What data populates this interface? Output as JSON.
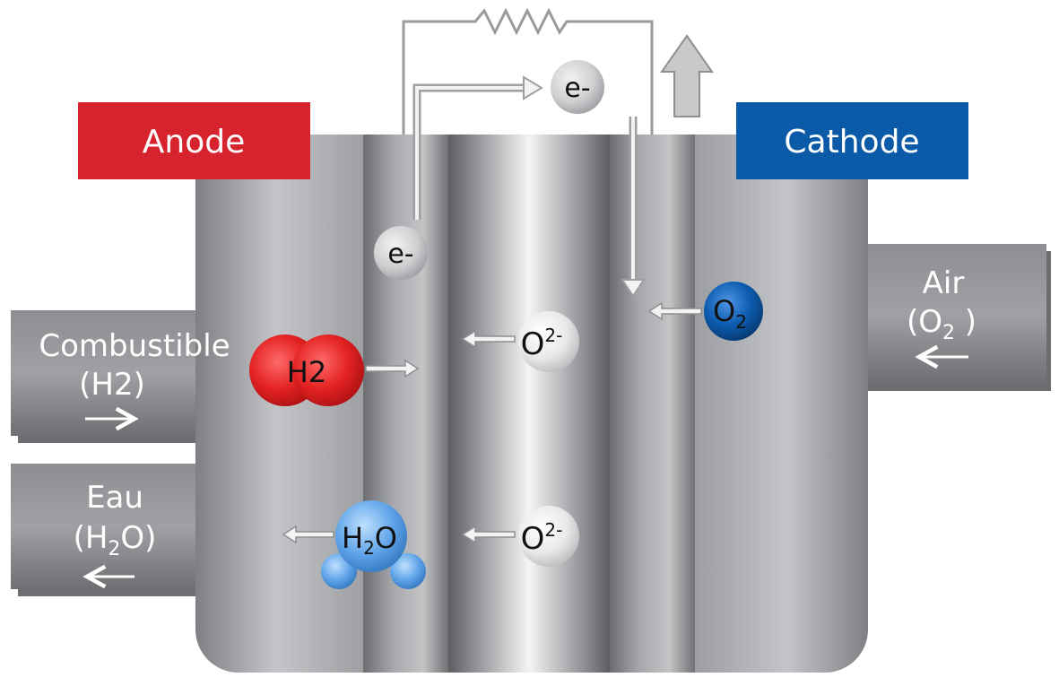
{
  "labels": {
    "anode": "Anode",
    "cathode": "Cathode",
    "fuel_line1": "Combustible",
    "fuel_line2": "(H2)",
    "water_line1": "Eau",
    "water_line2_open": "(H",
    "water_line2_sub": "2",
    "water_line2_close": "O)",
    "air_line1": "Air",
    "air_line2_open": "(O",
    "air_line2_sub": "2",
    "air_line2_close": " )"
  },
  "particles": {
    "electron_top": "e-",
    "electron_left": "e-",
    "h2": "H2",
    "o2_main": "O",
    "o2_sub": "2",
    "oxide_upper_main": "O",
    "oxide_upper_sup": "2-",
    "oxide_lower_main": "O",
    "oxide_lower_sup": "2-",
    "water_main": "H",
    "water_sub": "2",
    "water_end": "O"
  },
  "colors": {
    "anode": "#d7232e",
    "cathode": "#0b5aa8",
    "h2": "#e32222",
    "o2": "#0d5cb0",
    "water": "#3f8edb"
  }
}
